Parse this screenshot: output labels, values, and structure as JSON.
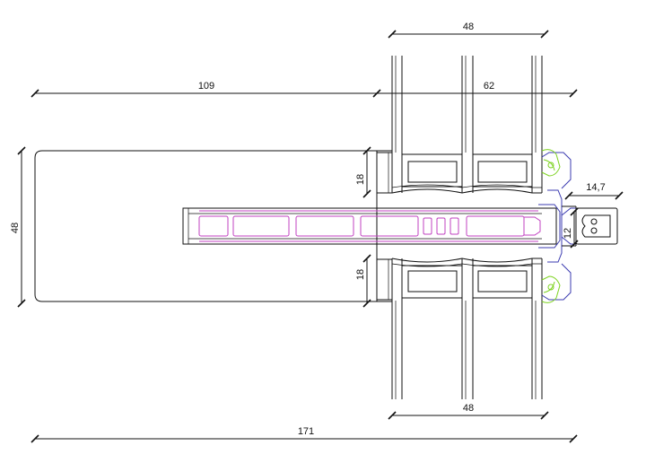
{
  "dimensions": {
    "glass_top": "48",
    "left_depth": "109",
    "right_depth": "62",
    "height_left": "48",
    "rebate_top": "18",
    "rebate_bottom": "18",
    "cap_width": "14,7",
    "cap_height": "12",
    "glass_bottom": "48",
    "total": "171"
  },
  "colors": {
    "outline": "#111111",
    "insulation": "#c040c0",
    "gasket": "#3b3bb0",
    "seal": "#7ed321"
  }
}
